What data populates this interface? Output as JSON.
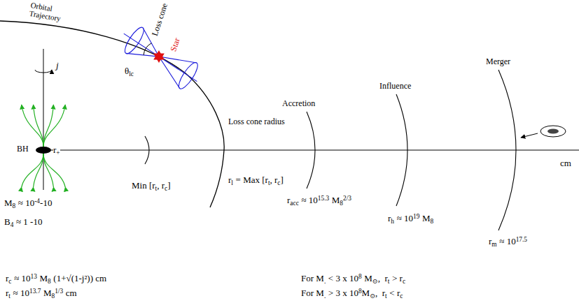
{
  "diagram": {
    "labels": [
      "Orbital Trajectory",
      "Loss cone",
      "Star",
      "θ",
      "lc",
      "j",
      "BH",
      "r",
      "+",
      "M",
      "8",
      "≈ 10",
      "-4",
      "-10",
      "B",
      "4",
      "≈ 1 -10",
      "Min [r",
      "t",
      ", r",
      "c",
      "]",
      "Loss cone radius",
      "r",
      "l",
      "= Max [r",
      "t",
      ", r",
      "c",
      "]",
      "Accretion",
      "r",
      "acc",
      "≈ 10",
      "15.3",
      "M",
      "8",
      "2/3",
      "Influence",
      "r",
      "h",
      "≈ 10",
      "19",
      "M",
      "8",
      "Merger",
      "r",
      "m",
      "≈ 10",
      "17.5",
      "cm",
      "r",
      "c",
      "≈ 10",
      "13",
      "M",
      "8",
      "(1+√(1-j²)) cm",
      "r",
      "t",
      "≈ 10",
      "13.7",
      "M",
      "8",
      "1/3",
      "cm",
      "For M",
      ".",
      "< 3 x 10",
      "8",
      "M",
      "⊙",
      ",  r",
      "t",
      "> r",
      "c",
      "For M",
      ".",
      "> 3 x 10",
      "8",
      "M",
      "⊙",
      ",  r",
      "t",
      "< r",
      "c"
    ]
  }
}
